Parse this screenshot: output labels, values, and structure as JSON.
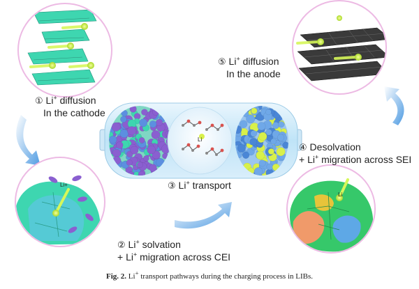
{
  "colors": {
    "cathode_green": "#3ed6b0",
    "sphere_purple": "#8a5fd0",
    "sphere_blue": "#6fa8e8",
    "sphere_yellow": "#d8f04a",
    "li_glow": "#c6f23a",
    "arrow_blue": "#5fa9e6",
    "electrolyte": "#bfe4f7",
    "halo_pink": "#f2b6e6"
  },
  "steps": [
    {
      "num": "①",
      "line1_pre": "Li",
      "line1_sup": "+",
      "line1_post": " diffusion",
      "line2": "In the cathode"
    },
    {
      "num": "②",
      "line1_pre": "Li",
      "line1_sup": "+",
      "line1_post": " solvation",
      "line2_pre": "+ Li",
      "line2_sup": "+",
      "line2_post": " migration across CEI"
    },
    {
      "num": "③",
      "line1_pre": "Li",
      "line1_sup": "+",
      "line1_post": " transport"
    },
    {
      "num": "④",
      "line1_pre": "Desolvation",
      "line2_pre": "+ Li",
      "line2_sup": "+",
      "line2_post": " migration across SEI"
    },
    {
      "num": "⑤",
      "line1_pre": "Li",
      "line1_sup": "+",
      "line1_post": " diffusion",
      "line2": "In the anode"
    }
  ],
  "inset_labels": {
    "solvation": "Li+",
    "electrolyte": "Li",
    "anode_particle": "Li"
  },
  "caption": {
    "fig": "Fig. 2.",
    "text_pre": " Li",
    "text_sup": "+",
    "text_post": " transport pathways during the charging process in LIBs."
  }
}
